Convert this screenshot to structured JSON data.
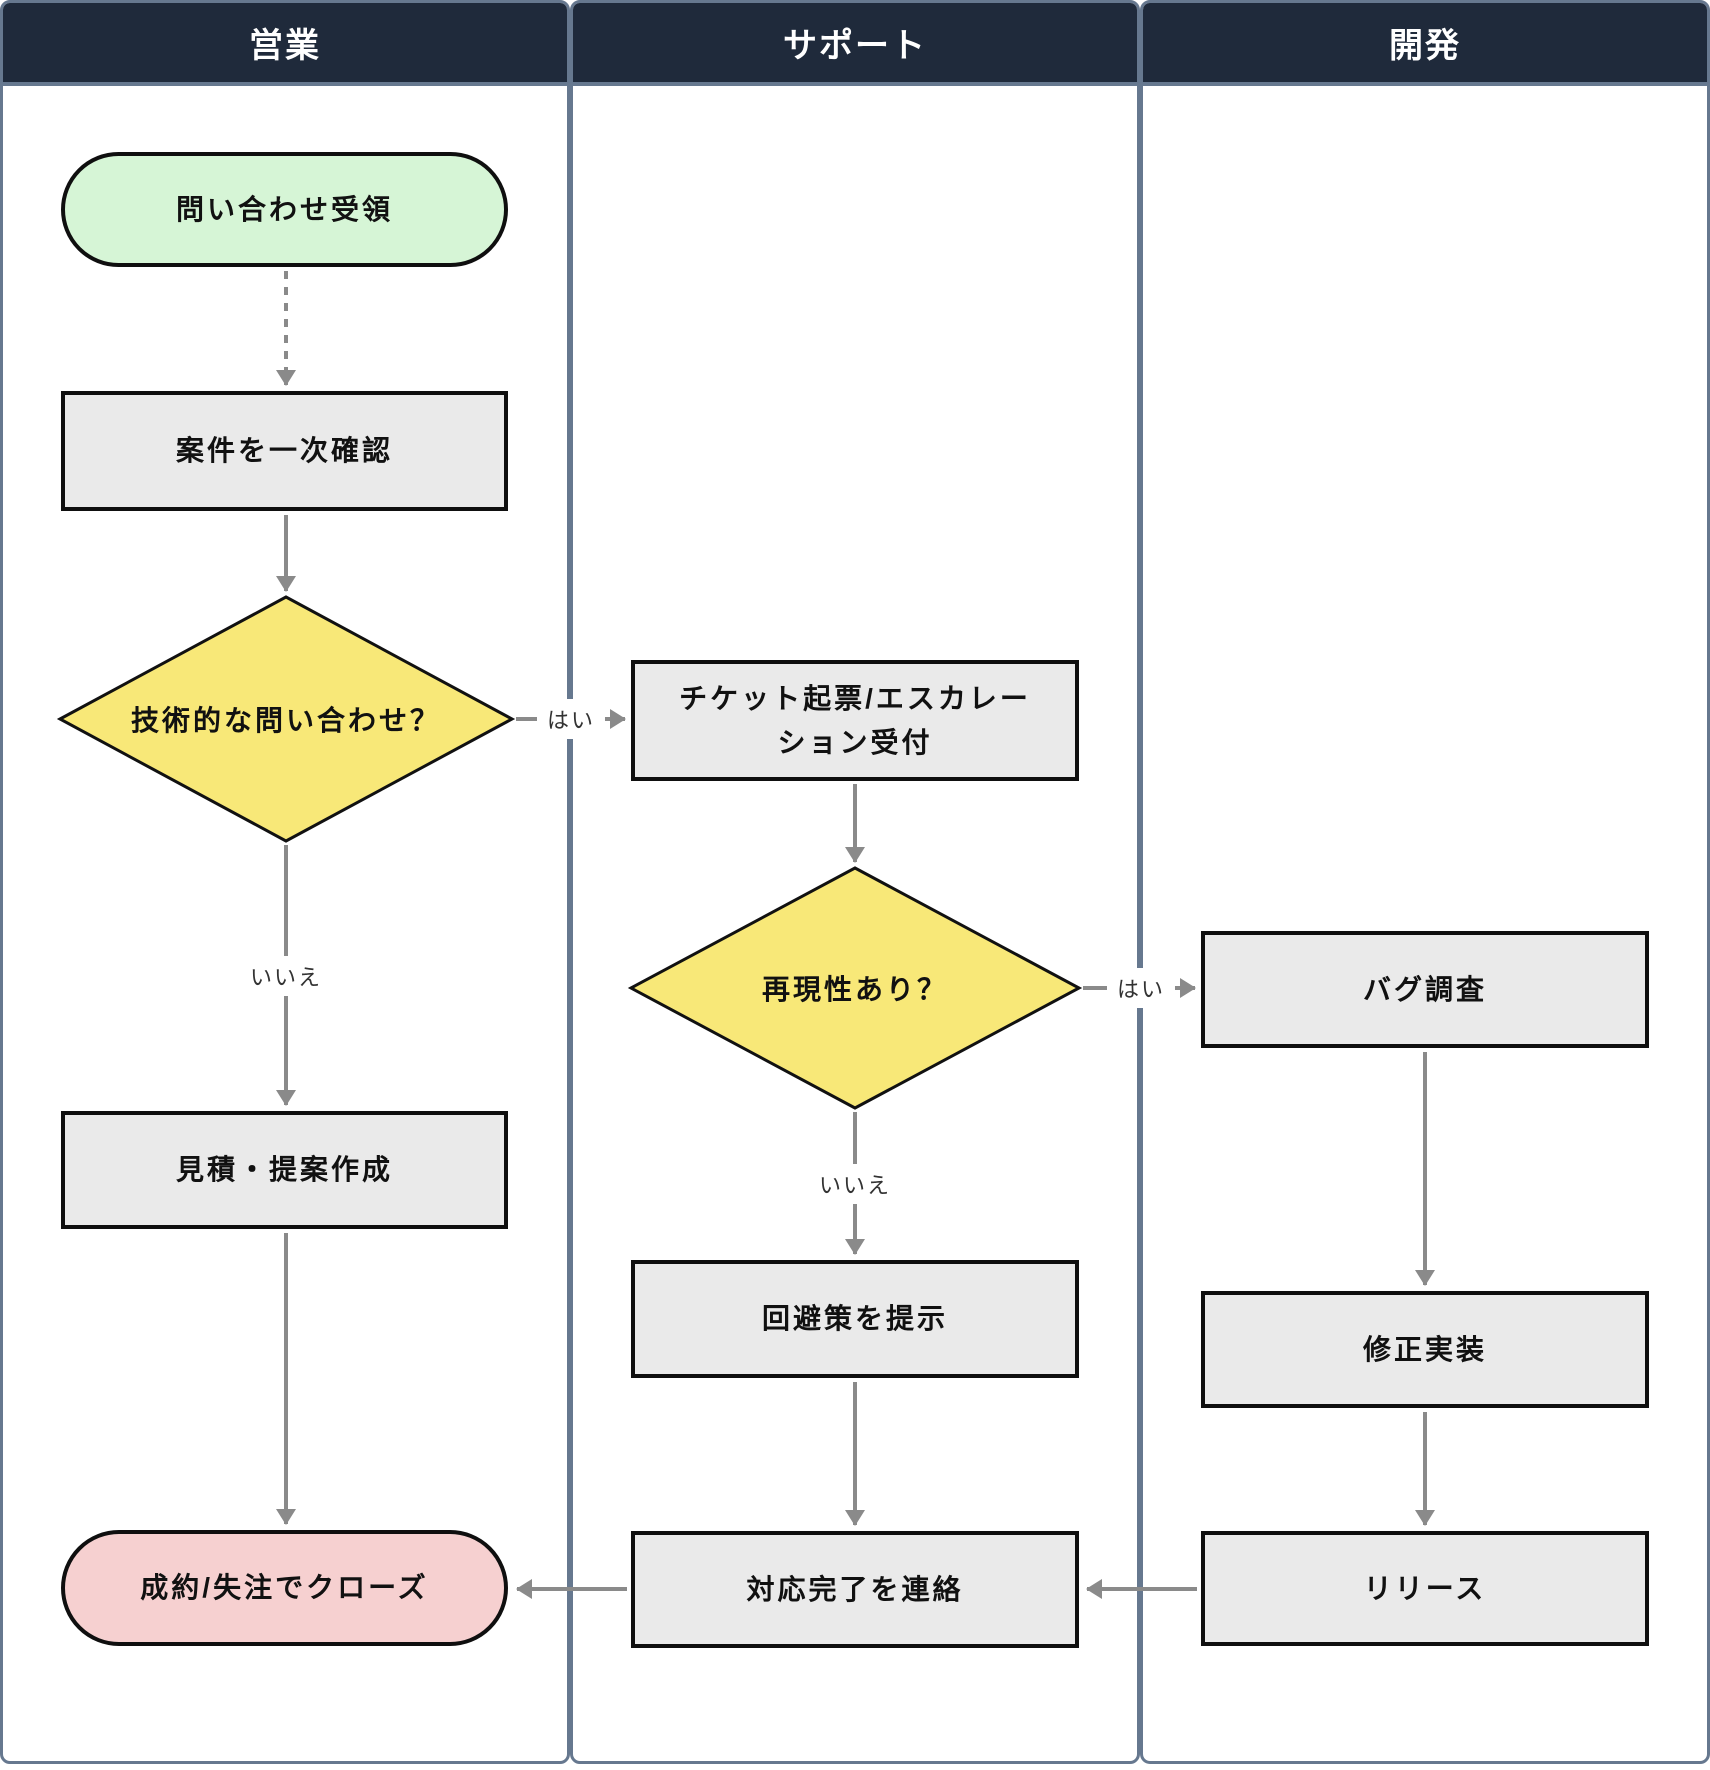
{
  "diagram": {
    "type": "swimlane-flowchart",
    "lanes": [
      {
        "id": "sales",
        "title": "営業"
      },
      {
        "id": "support",
        "title": "サポート"
      },
      {
        "id": "dev",
        "title": "開発"
      }
    ],
    "nodes": {
      "start": {
        "lane": "sales",
        "type": "terminator",
        "label": "問い合わせ受領"
      },
      "triage": {
        "lane": "sales",
        "type": "process",
        "label": "案件を一次確認"
      },
      "is_technical": {
        "lane": "sales",
        "type": "decision",
        "label": "技術的な問い合わせ？"
      },
      "estimate": {
        "lane": "sales",
        "type": "process",
        "label": "見積・提案作成"
      },
      "close": {
        "lane": "sales",
        "type": "terminator",
        "label": "成約/失注でクローズ"
      },
      "ticket": {
        "lane": "support",
        "type": "process",
        "label": "チケット起票/エスカレーション受付",
        "lines": [
          "チケット起票/エスカレー",
          "ション受付"
        ]
      },
      "reproducible": {
        "lane": "support",
        "type": "decision",
        "label": "再現性あり？"
      },
      "workaround": {
        "lane": "support",
        "type": "process",
        "label": "回避策を提示"
      },
      "notify": {
        "lane": "support",
        "type": "process",
        "label": "対応完了を連絡"
      },
      "bug_investigation": {
        "lane": "dev",
        "type": "process",
        "label": "バグ調査"
      },
      "fix": {
        "lane": "dev",
        "type": "process",
        "label": "修正実装"
      },
      "release": {
        "lane": "dev",
        "type": "process",
        "label": "リリース"
      }
    },
    "edge_labels": {
      "yes": "はい",
      "no": "いいえ"
    },
    "edges": [
      {
        "from": "start",
        "to": "triage",
        "style": "dashed",
        "label": ""
      },
      {
        "from": "triage",
        "to": "is_technical",
        "style": "solid",
        "label": ""
      },
      {
        "from": "is_technical",
        "to": "ticket",
        "style": "solid",
        "label": "はい"
      },
      {
        "from": "is_technical",
        "to": "estimate",
        "style": "solid",
        "label": "いいえ"
      },
      {
        "from": "estimate",
        "to": "close",
        "style": "solid",
        "label": ""
      },
      {
        "from": "ticket",
        "to": "reproducible",
        "style": "solid",
        "label": ""
      },
      {
        "from": "reproducible",
        "to": "bug_investigation",
        "style": "solid",
        "label": "はい"
      },
      {
        "from": "reproducible",
        "to": "workaround",
        "style": "solid",
        "label": "いいえ"
      },
      {
        "from": "workaround",
        "to": "notify",
        "style": "solid",
        "label": ""
      },
      {
        "from": "bug_investigation",
        "to": "fix",
        "style": "solid",
        "label": ""
      },
      {
        "from": "fix",
        "to": "release",
        "style": "solid",
        "label": ""
      },
      {
        "from": "release",
        "to": "notify",
        "style": "solid",
        "label": ""
      },
      {
        "from": "notify",
        "to": "close",
        "style": "solid",
        "label": ""
      }
    ],
    "colors": {
      "lane_header_bg": "#1F2A3B",
      "lane_border": "#66788F",
      "lane_title_text": "#FFFFFF",
      "process_fill": "#EAEAEA",
      "decision_fill": "#F8E878",
      "start_fill": "#D6F5D6",
      "end_fill": "#F6D0D0",
      "node_border": "#0F0F0F",
      "node_text": "#111111",
      "arrow": "#8A8A8A",
      "edge_label_text": "#333333",
      "edge_label_bg": "#FFFFFF"
    }
  }
}
